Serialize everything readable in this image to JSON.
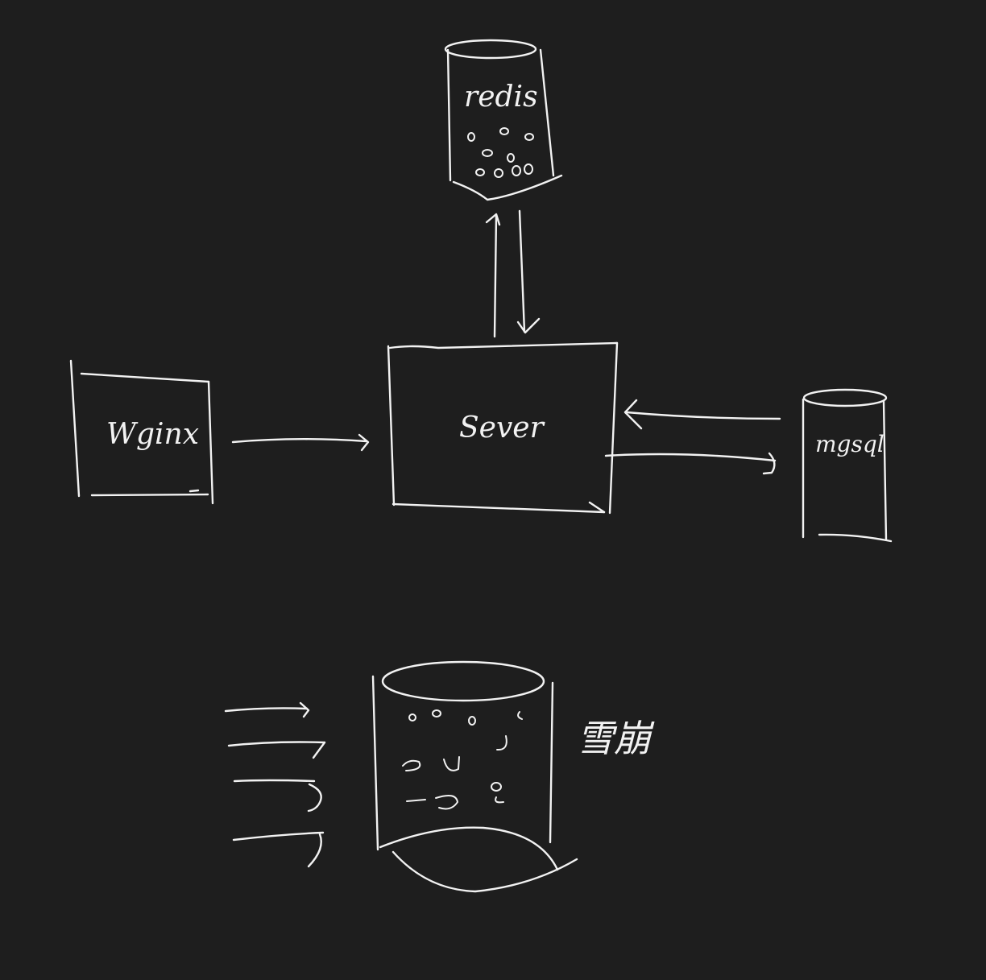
{
  "colors": {
    "background": "#1e1e1e",
    "stroke": "#f2f2f2"
  },
  "nodes": {
    "redis": {
      "label": "redis"
    },
    "nginx": {
      "label": "Wginx"
    },
    "server": {
      "label": "Sever"
    },
    "mysql": {
      "label": "mgsql"
    },
    "avalanche": {
      "label": "雪崩"
    }
  },
  "edges": [
    {
      "from": "nginx",
      "to": "server"
    },
    {
      "from": "server",
      "to": "redis"
    },
    {
      "from": "redis",
      "to": "server"
    },
    {
      "from": "mysql",
      "to": "server"
    },
    {
      "from": "server",
      "to": "mysql"
    }
  ]
}
